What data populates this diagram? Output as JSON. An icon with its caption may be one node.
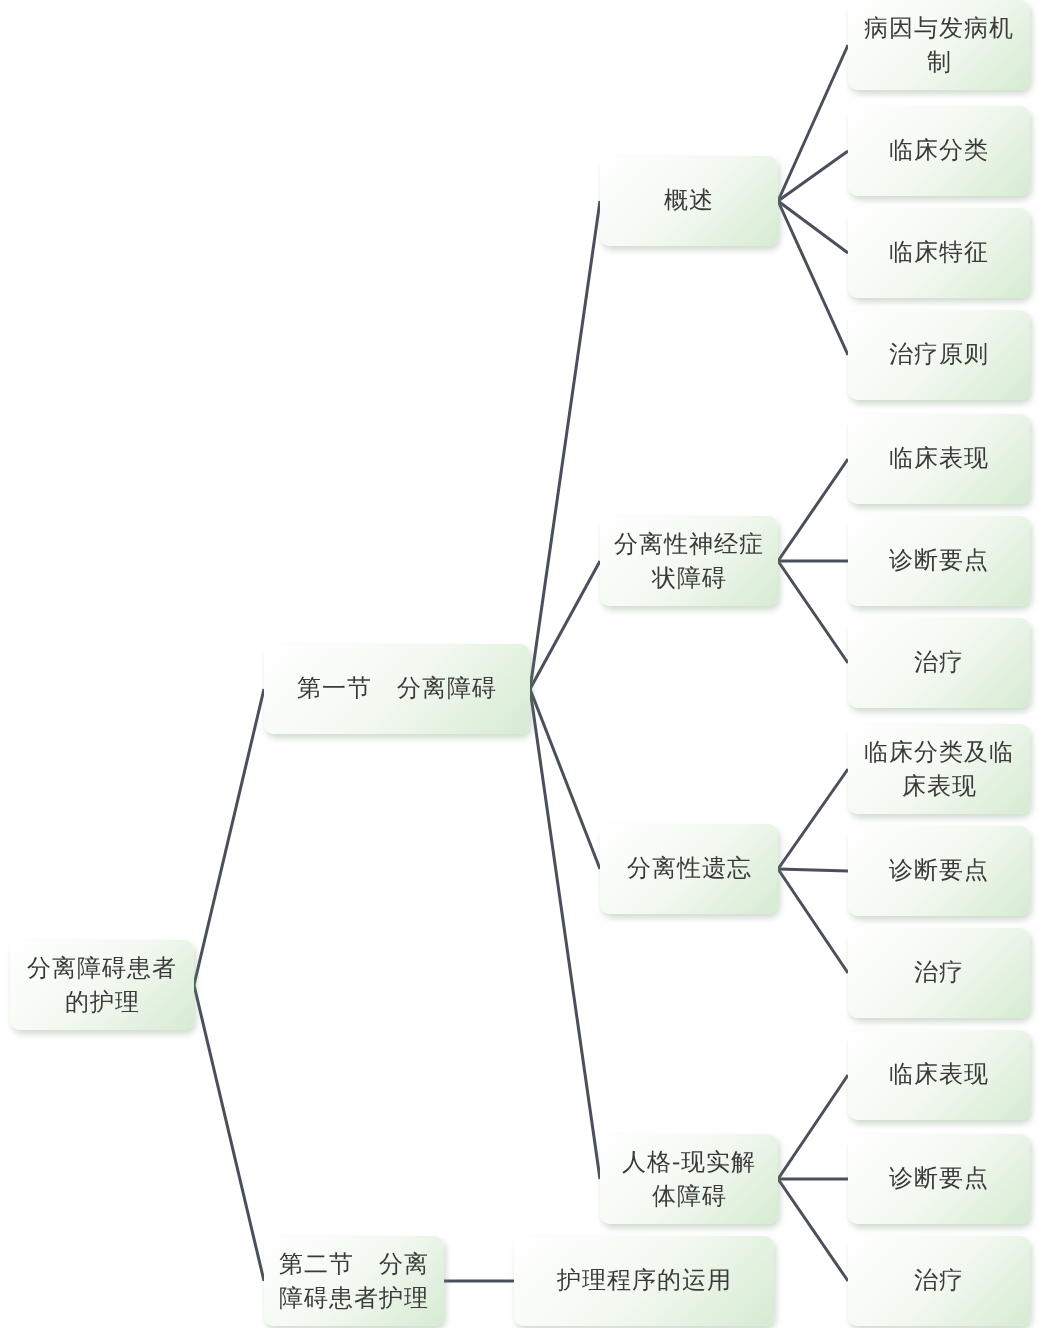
{
  "diagram": {
    "nodes": [
      {
        "text": [
          "分离障碍患者的护理"
        ]
      },
      {
        "text": [
          "第一节　分离障碍"
        ]
      },
      {
        "text": [
          "概述"
        ]
      },
      {
        "text": [
          "病因与发病机制"
        ]
      },
      {
        "text": [
          "临床分类"
        ]
      },
      {
        "text": [
          "临床特征"
        ]
      },
      {
        "text": [
          "治疗原则"
        ]
      },
      {
        "text": [
          "分离性神经症状障碍"
        ]
      },
      {
        "text": [
          "临床表现"
        ]
      },
      {
        "text": [
          "诊断要点"
        ]
      },
      {
        "text": [
          "治疗"
        ]
      },
      {
        "text": [
          "分离性遗忘"
        ]
      },
      {
        "text": [
          "临床分类及临床表现"
        ]
      },
      {
        "text": [
          "诊断要点"
        ]
      },
      {
        "text": [
          "治疗"
        ]
      },
      {
        "text": [
          "人格-现实解体障碍"
        ]
      },
      {
        "text": [
          "临床表现"
        ]
      },
      {
        "text": [
          "诊断要点"
        ]
      },
      {
        "text": [
          "治疗"
        ]
      },
      {
        "text": [
          "第二节　分离障碍患者护理"
        ]
      },
      {
        "text": [
          "护理程序的运用"
        ]
      }
    ],
    "edges": [
      {
        "from": 0,
        "to": 1,
        "arrow": "none"
      },
      {
        "from": 1,
        "to": 2,
        "arrow": "none"
      },
      {
        "from": 2,
        "to": 3,
        "arrow": "none"
      },
      {
        "from": 2,
        "to": 4,
        "arrow": "none"
      },
      {
        "from": 2,
        "to": 5,
        "arrow": "none"
      },
      {
        "from": 2,
        "to": 6,
        "arrow": "none"
      },
      {
        "from": 1,
        "to": 7,
        "arrow": "none"
      },
      {
        "from": 7,
        "to": 8,
        "arrow": "none"
      },
      {
        "from": 7,
        "to": 9,
        "arrow": "none"
      },
      {
        "from": 7,
        "to": 10,
        "arrow": "none"
      },
      {
        "from": 1,
        "to": 11,
        "arrow": "none"
      },
      {
        "from": 11,
        "to": 12,
        "arrow": "none"
      },
      {
        "from": 11,
        "to": 13,
        "arrow": "none"
      },
      {
        "from": 11,
        "to": 14,
        "arrow": "none"
      },
      {
        "from": 1,
        "to": 15,
        "arrow": "none"
      },
      {
        "from": 15,
        "to": 16,
        "arrow": "none"
      },
      {
        "from": 15,
        "to": 17,
        "arrow": "none"
      },
      {
        "from": 15,
        "to": 18,
        "arrow": "none"
      },
      {
        "from": 0,
        "to": 19,
        "arrow": "none"
      },
      {
        "from": 19,
        "to": 20,
        "arrow": "none"
      }
    ]
  }
}
